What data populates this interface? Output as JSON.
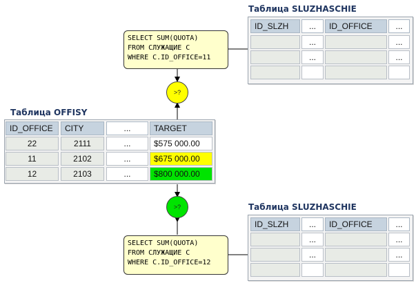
{
  "titles": {
    "top_table": "Таблица SLUZHASCHIE",
    "middle_table": "Таблица OFFISY",
    "bottom_table": "Таблица SLUZHASCHIE"
  },
  "sluzhaschie_columns": [
    "ID_SLZH",
    "...",
    "ID_OFFICE",
    "..."
  ],
  "sluzhaschie_rows": [
    [
      "",
      "...",
      "",
      "..."
    ],
    [
      "",
      "...",
      "",
      "..."
    ],
    [
      "",
      "",
      "",
      ""
    ]
  ],
  "offisy_columns": [
    "ID_OFFICE",
    "CITY",
    "...",
    "TARGET"
  ],
  "offisy_rows": [
    [
      "22",
      "2111",
      "...",
      "$575 000.00"
    ],
    [
      "11",
      "2102",
      "...",
      "$675 000.00"
    ],
    [
      "12",
      "2103",
      "...",
      "$800 000.00"
    ]
  ],
  "queries": {
    "top": "SELECT SUM(QUOTA)\nFROM СЛУЖАЩИЕ С\nWHERE C.ID_OFFICE=11",
    "bottom": "SELECT SUM(QUOTA)\nFROM СЛУЖАЩИЕ С\nWHERE C.ID_OFFICE=12"
  },
  "comparators": {
    "top": ">?",
    "bottom": ">?"
  },
  "colors": {
    "yellow_highlight": "#ffff00",
    "green_highlight": "#00e400",
    "header_fill": "#c6d3df",
    "title_text": "#1f3560",
    "note_fill": "#ffffcc"
  }
}
